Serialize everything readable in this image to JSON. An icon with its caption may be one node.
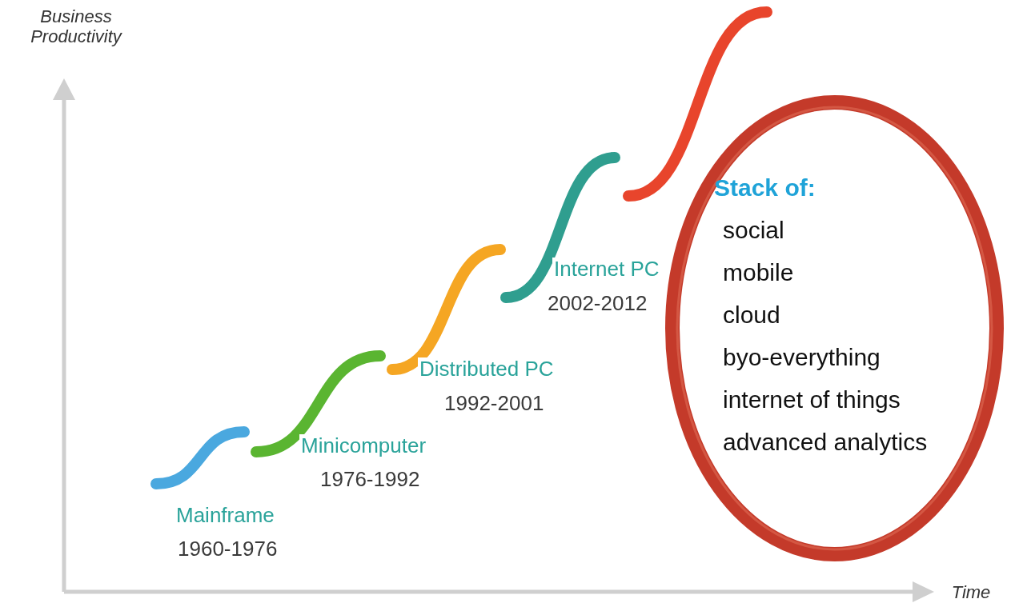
{
  "diagram": {
    "nodes": [
      {
        "text": [
          "Stack of:",
          "social",
          "mobile",
          "cloud",
          "byo-everything",
          "internet of things",
          "advanced analytics"
        ]
      }
    ],
    "labels": [
      "Business Productivity",
      "Mainframe",
      "1960-1976",
      "Minicomputer",
      "1976-1992",
      "Distributed PC",
      "1992-2001",
      "Internet PC",
      "2002-2012",
      "Time"
    ]
  }
}
